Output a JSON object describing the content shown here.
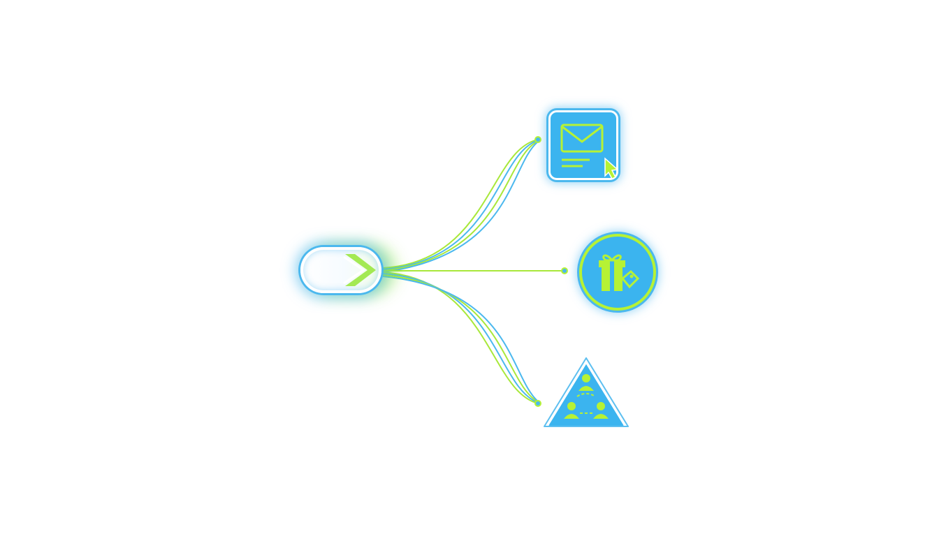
{
  "diagram": {
    "source_node": {
      "icon": "chevron-right-icon"
    },
    "targets": [
      {
        "id": "email",
        "icon": "email-click-icon",
        "shape": "rounded-square"
      },
      {
        "id": "gift",
        "icon": "gift-tag-icon",
        "shape": "circle"
      },
      {
        "id": "team",
        "icon": "people-network-icon",
        "shape": "triangle"
      }
    ],
    "colors": {
      "blue": "#3bb4ef",
      "blue_line": "#4bb8ee",
      "green": "#b6f235",
      "green_line": "#a8e83a",
      "background": "#ffffff"
    }
  }
}
